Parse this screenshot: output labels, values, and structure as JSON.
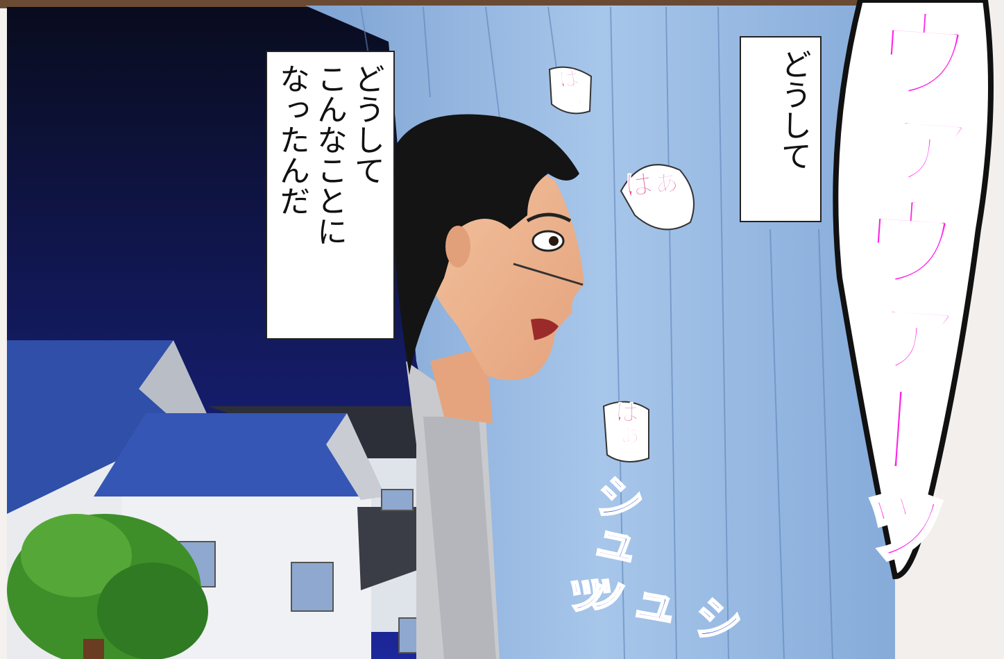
{
  "caption_left": {
    "lines": [
      "どうして",
      "こんなことに",
      "なったんだ"
    ]
  },
  "caption_right": {
    "text": "どうして"
  },
  "sfx": {
    "breath_1": "はぁ",
    "breath_2": "はぁ",
    "breath_3": "はぁ",
    "shu_1": "シュッ",
    "shu_2": "シュッ",
    "big": "ヴァヴァーッ"
  },
  "colors": {
    "night_sky_top": "#0b0f24",
    "night_sky_bottom": "#1a2590",
    "curtain": "#8fb2dd",
    "sfx_magenta": "#ff22e8",
    "sfx_blue": "#2b4fd8"
  }
}
